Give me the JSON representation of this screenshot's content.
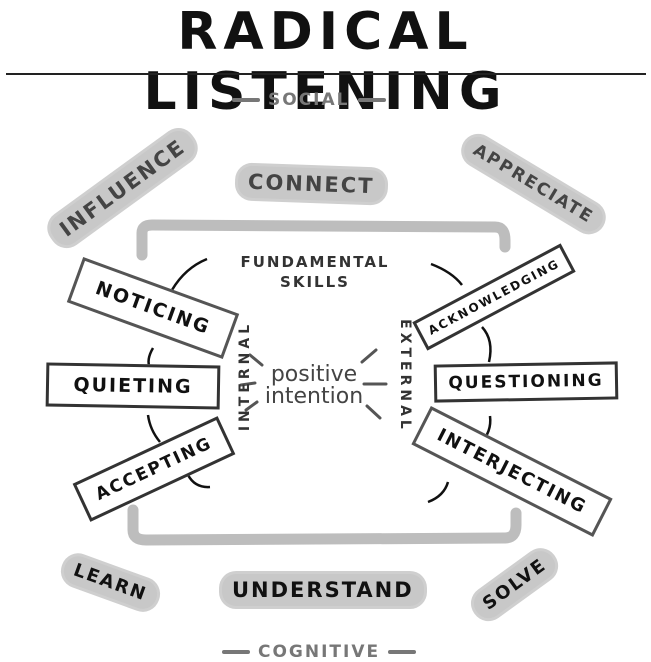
{
  "title": "RADICAL LISTENING",
  "axis": {
    "top": "SOCIAL",
    "bottom": "COGNITIVE"
  },
  "goals": {
    "social": [
      "INFLUENCE",
      "CONNECT",
      "APPRECIATE"
    ],
    "cognitive": [
      "LEARN",
      "UNDERSTAND",
      "SOLVE"
    ]
  },
  "fundamental_skills": {
    "heading_line1": "FUNDAMENTAL",
    "heading_line2": "SKILLS",
    "center_line1": "positive",
    "center_line2": "intention",
    "internal": {
      "label": "INTERNAL",
      "skills": [
        "NOTICING",
        "QUIETING",
        "ACCEPTING"
      ]
    },
    "external": {
      "label": "EXTERNAL",
      "skills": [
        "ACKNOWLEDGING",
        "QUESTIONING",
        "INTERJECTING"
      ]
    }
  },
  "colors": {
    "ink": "#111111",
    "goal_highlight": "#c8c8c8",
    "social_text": "#444444",
    "axis_text": "#777777",
    "bracket": "#bdbdbd"
  }
}
